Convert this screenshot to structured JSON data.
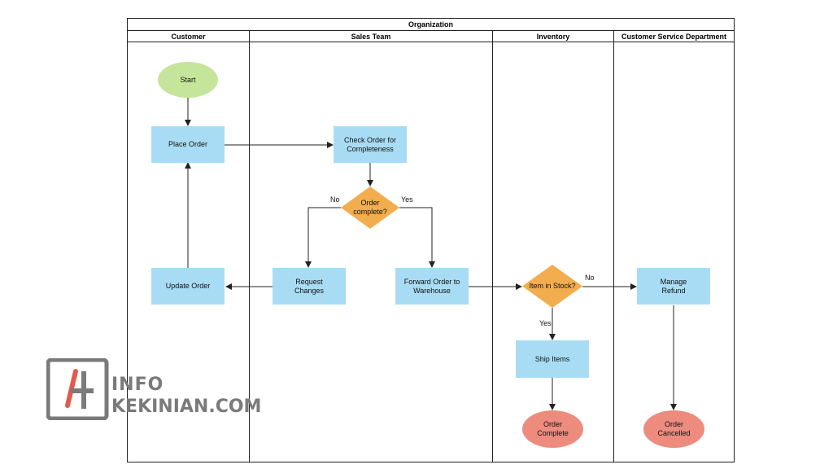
{
  "pool": {
    "title": "Organization"
  },
  "lanes": [
    {
      "label": "Customer"
    },
    {
      "label": "Sales Team"
    },
    {
      "label": "Inventory"
    },
    {
      "label": "Customer Service Department"
    }
  ],
  "nodes": {
    "start": "Start",
    "place_order": "Place Order",
    "check_order": "Check Order for Completeness",
    "order_complete_q": "Order complete?",
    "request_changes": "Request Changes",
    "forward_order": "Forward Order to Warehouse",
    "update_order": "Update Order",
    "item_in_stock_q": "Item in Stock?",
    "manage_refund": "Manage Refund",
    "ship_items": "Ship Items",
    "order_complete_end": "Order Complete",
    "order_cancelled": "Order Cancelled"
  },
  "edge_labels": {
    "order_complete_no": "No",
    "order_complete_yes": "Yes",
    "in_stock_no": "No",
    "in_stock_yes": "Yes"
  },
  "colors": {
    "process": "#a8dcf4",
    "start": "#c5e59a",
    "decision": "#f2ad4e",
    "terminal": "#ec8b7e",
    "line": "#222222"
  },
  "watermark": {
    "line1": "INFO",
    "line2": "KEKINIAN.COM"
  }
}
